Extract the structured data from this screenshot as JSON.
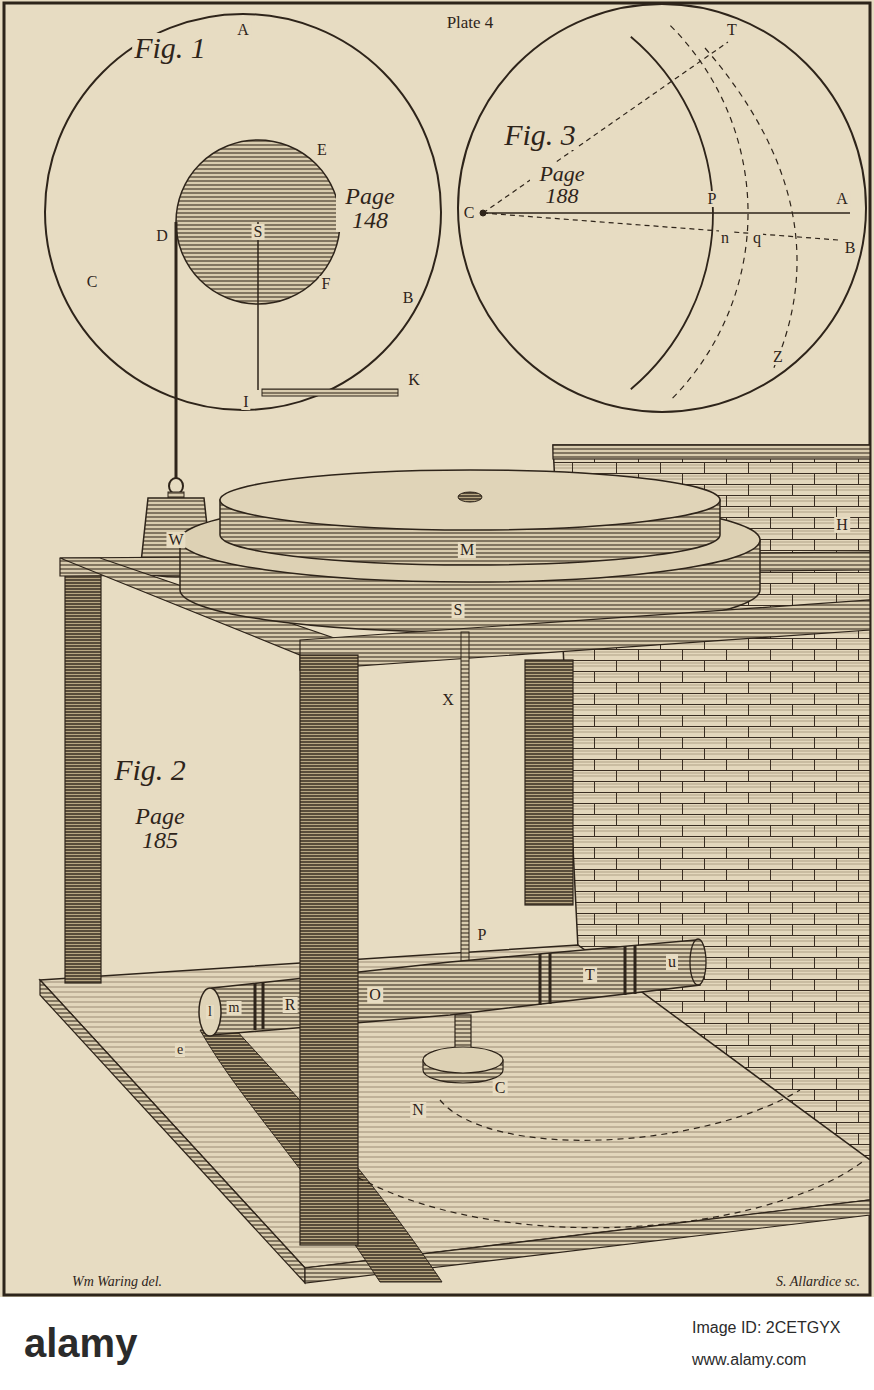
{
  "diagram": {
    "title": "Plate 4",
    "labels": [
      "Fig. 1",
      "A",
      "E",
      "D",
      "S",
      "Page 148",
      "F",
      "C",
      "B",
      "I",
      "K",
      "W",
      "Fig. 3",
      "Page 188",
      "T",
      "C",
      "P",
      "A",
      "n",
      "q",
      "B",
      "Z",
      "H",
      "M",
      "S",
      "X",
      "Fig. 2",
      "Page 185",
      "P",
      "R",
      "O",
      "T",
      "u",
      "m",
      "l",
      "e",
      "C",
      "N",
      "Wm Waring del.",
      "S. Allardice sc.",
      "alamy",
      "Image ID: 2CETGYX",
      "www.alamy.com"
    ]
  }
}
